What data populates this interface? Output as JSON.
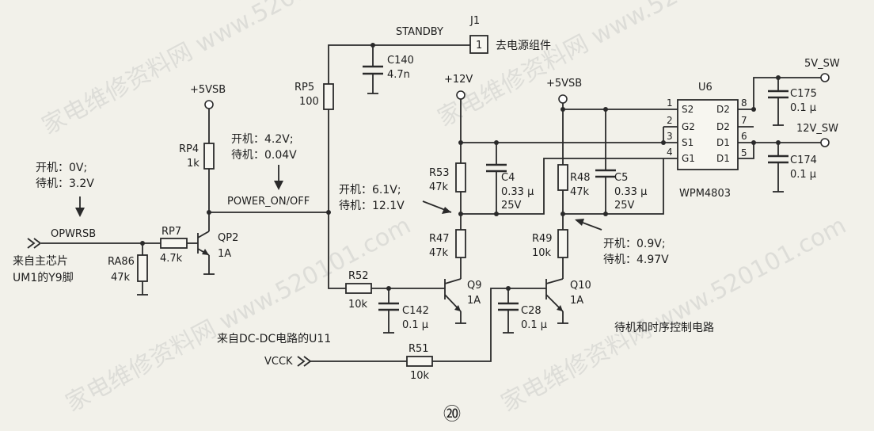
{
  "labels": {
    "standby": "STANDBY",
    "j1": "J1",
    "j1_pin": "1",
    "j1_dest": "去电源组件",
    "c140": "C140",
    "c140_val": "4.7n",
    "rp5": "RP5",
    "rp5_val": "100",
    "vsb_left": "+5VSB",
    "v12": "+12V",
    "vsb_mid": "+5VSB",
    "u6": "U6",
    "u6_part": "WPM4803",
    "pin_s2": "S2",
    "pin_g2": "G2",
    "pin_s1": "S1",
    "pin_g1": "G1",
    "pin_d2a": "D2",
    "pin_d2b": "D2",
    "pin_d1a": "D1",
    "pin_d1b": "D1",
    "pn1": "1",
    "pn2": "2",
    "pn3": "3",
    "pn4": "4",
    "pn5": "5",
    "pn6": "6",
    "pn7": "7",
    "pn8": "8",
    "out5": "5V_SW",
    "out12": "12V_SW",
    "c175": "C175",
    "c175_val": "0.1 μ",
    "c174": "C174",
    "c174_val": "0.1 μ",
    "note_top_on": "开机：4.2V;",
    "note_top_sb": "待机：0.04V",
    "note_left_on": "开机：0V;",
    "note_left_sb": "待机：3.2V",
    "rp4": "RP4",
    "rp4_val": "1k",
    "power_net": "POWER_ON/OFF",
    "opwrsb": "OPWRSB",
    "src_chip1": "来自主芯片",
    "src_chip2": "UM1的Y9脚",
    "rp7": "RP7",
    "rp7_val": "4.7k",
    "ra86": "RA86",
    "ra86_val": "47k",
    "qp2": "QP2",
    "qp2_val": "1A",
    "r53": "R53",
    "r53_val": "47k",
    "c4": "C4",
    "c4_val": "0.33 μ",
    "c4_v": "25V",
    "note_mid_on": "开机：6.1V;",
    "note_mid_sb": "待机：12.1V",
    "r47": "R47",
    "r47_val": "47k",
    "r48": "R48",
    "r48_val": "47k",
    "c5": "C5",
    "c5_val": "0.33 μ",
    "c5_v": "25V",
    "r49": "R49",
    "r49_val": "10k",
    "note_right_on": "开机：0.9V;",
    "note_right_sb": "待机：4.97V",
    "r52": "R52",
    "r52_val": "10k",
    "q9": "Q9",
    "q9_val": "1A",
    "c142": "C142",
    "c142_val": "0.1 μ",
    "c28": "C28",
    "c28_val": "0.1 μ",
    "q10": "Q10",
    "q10_val": "1A",
    "caption": "待机和时序控制电路",
    "src_dc": "来自DC-DC电路的U11",
    "vcck": "VCCK",
    "r51": "R51",
    "r51_val": "10k",
    "fig_no": "⑳"
  },
  "watermark": "家电维修资料网 www.520101.com",
  "colors": {
    "paper": "#f2f1ea",
    "ink": "#2a2a2a",
    "watermark": "#b9b9b9"
  }
}
